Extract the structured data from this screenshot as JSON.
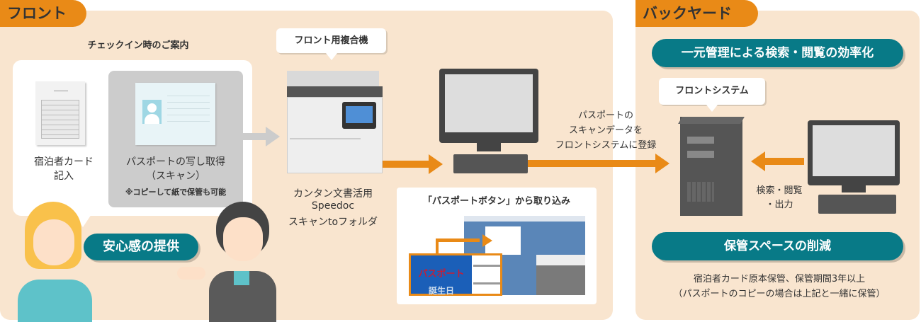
{
  "front": {
    "tab": "フロント",
    "checkin_title": "チェックイン時のご案内",
    "card_label": [
      "宿泊者カード",
      "記入"
    ],
    "passport_label": [
      "パスポートの写し取得",
      "（スキャン）"
    ],
    "passport_note": "※コピーして紙で保管も可能",
    "reassurance": "安心感の提供",
    "mfp_callout": "フロント用複合機",
    "software": [
      "カンタン文書活用",
      "Speedoc",
      "スキャンtoフォルダ"
    ],
    "import_title": "「パスポートボタン」から取り込み",
    "screen_button": "パスポート",
    "screen_row": "誕生日",
    "register_text": [
      "パスポートの",
      "スキャンデータを",
      "フロントシステムに登録"
    ]
  },
  "backyard": {
    "tab": "バックヤード",
    "centralized": "一元管理による検索・閲覧の効率化",
    "system_callout": "フロントシステム",
    "search_text": [
      "検索・閲覧",
      "・出力"
    ],
    "space_reduction": "保管スペースの削減",
    "storage_note": [
      "宿泊者カード原本保管、保管期間3年以上",
      "（パスポートのコピーの場合は上記と一緒に保管）"
    ]
  },
  "colors": {
    "orange": "#e98a17",
    "teal": "#087a87",
    "panel": "#f9e5cf"
  }
}
